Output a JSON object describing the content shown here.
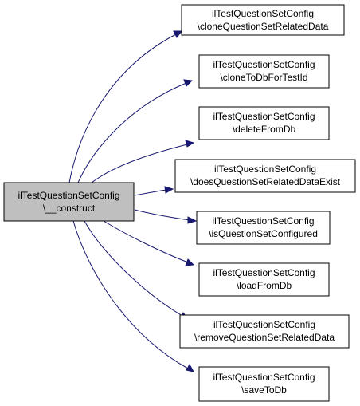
{
  "diagram": {
    "edge_color": "#191970",
    "root": {
      "line1": "ilTestQuestionSetConfig",
      "line2": "\\__construct",
      "fill": "#bfbfbf"
    },
    "targets": [
      {
        "line1": "ilTestQuestionSetConfig",
        "line2": "\\cloneQuestionSetRelatedData"
      },
      {
        "line1": "ilTestQuestionSetConfig",
        "line2": "\\cloneToDbForTestId"
      },
      {
        "line1": "ilTestQuestionSetConfig",
        "line2": "\\deleteFromDb"
      },
      {
        "line1": "ilTestQuestionSetConfig",
        "line2": "\\doesQuestionSetRelatedDataExist"
      },
      {
        "line1": "ilTestQuestionSetConfig",
        "line2": "\\isQuestionSetConfigured"
      },
      {
        "line1": "ilTestQuestionSetConfig",
        "line2": "\\loadFromDb"
      },
      {
        "line1": "ilTestQuestionSetConfig",
        "line2": "\\removeQuestionSetRelatedData"
      },
      {
        "line1": "ilTestQuestionSetConfig",
        "line2": "\\saveToDb"
      }
    ]
  }
}
